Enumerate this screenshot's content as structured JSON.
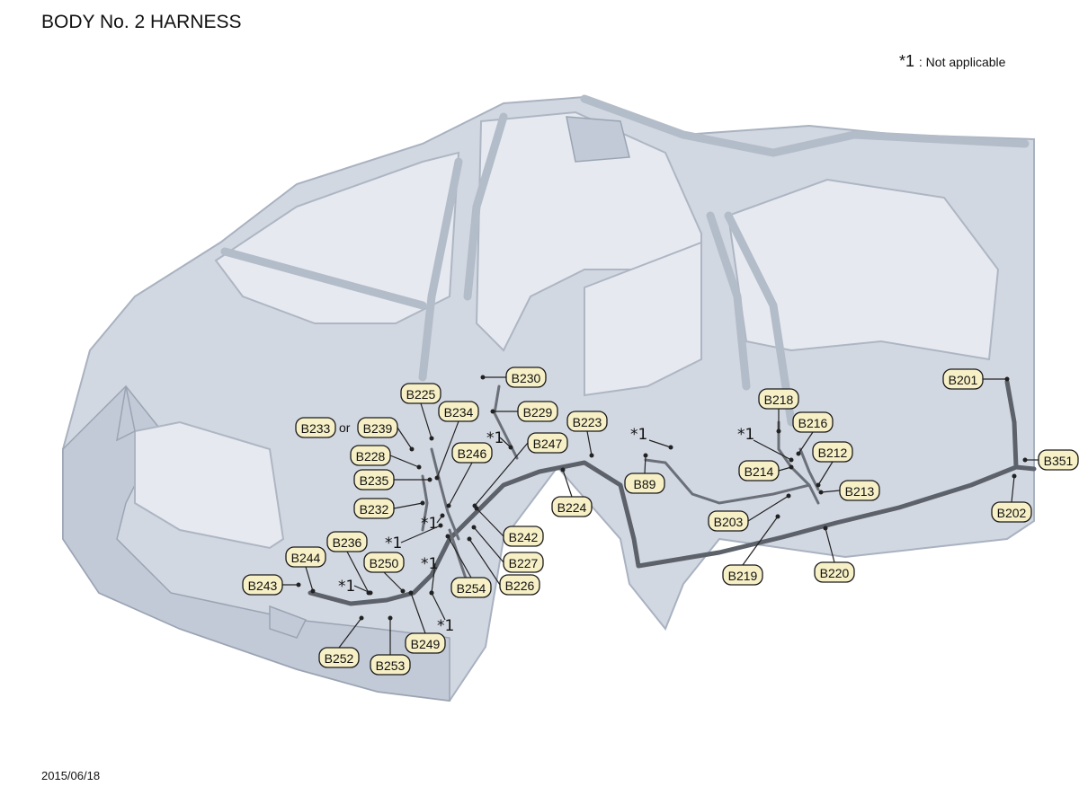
{
  "title": "BODY No. 2 HARNESS",
  "legend": {
    "marker": "*1",
    "text": ": Not applicable"
  },
  "date": "2015/06/18",
  "or_label": "or",
  "asterisk": "*1",
  "connectors": [
    "B230",
    "B225",
    "B234",
    "B229",
    "B223",
    "B233",
    "B239",
    "B247",
    "B228",
    "B246",
    "B235",
    "B232",
    "B224",
    "B242",
    "B236",
    "B244",
    "B227",
    "B250",
    "B226",
    "B254",
    "B243",
    "B249",
    "B252",
    "B253",
    "B218",
    "B216",
    "B212",
    "B214",
    "B213",
    "B89",
    "B203",
    "B219",
    "B220",
    "B201",
    "B351",
    "B202"
  ]
}
